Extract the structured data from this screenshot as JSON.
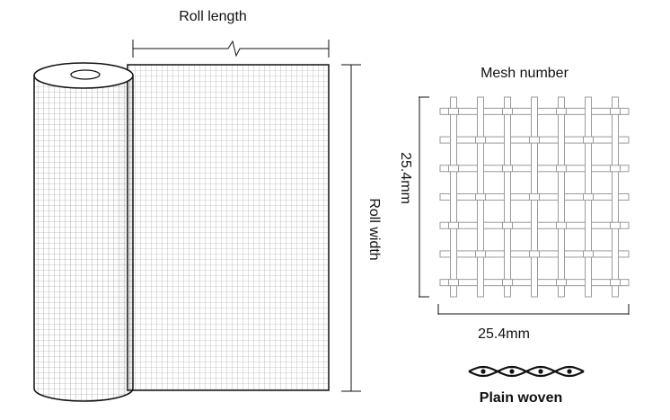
{
  "labels": {
    "roll_length": "Roll length",
    "roll_width": "Roll width",
    "mesh_number": "Mesh number",
    "mesh_height": "25.4mm",
    "mesh_width": "25.4mm",
    "weave_type": "Plain woven"
  },
  "colors": {
    "line": "#111111",
    "mesh": "#8a8a8a",
    "wire_outline": "#9a9a9a",
    "background": "#ffffff"
  }
}
